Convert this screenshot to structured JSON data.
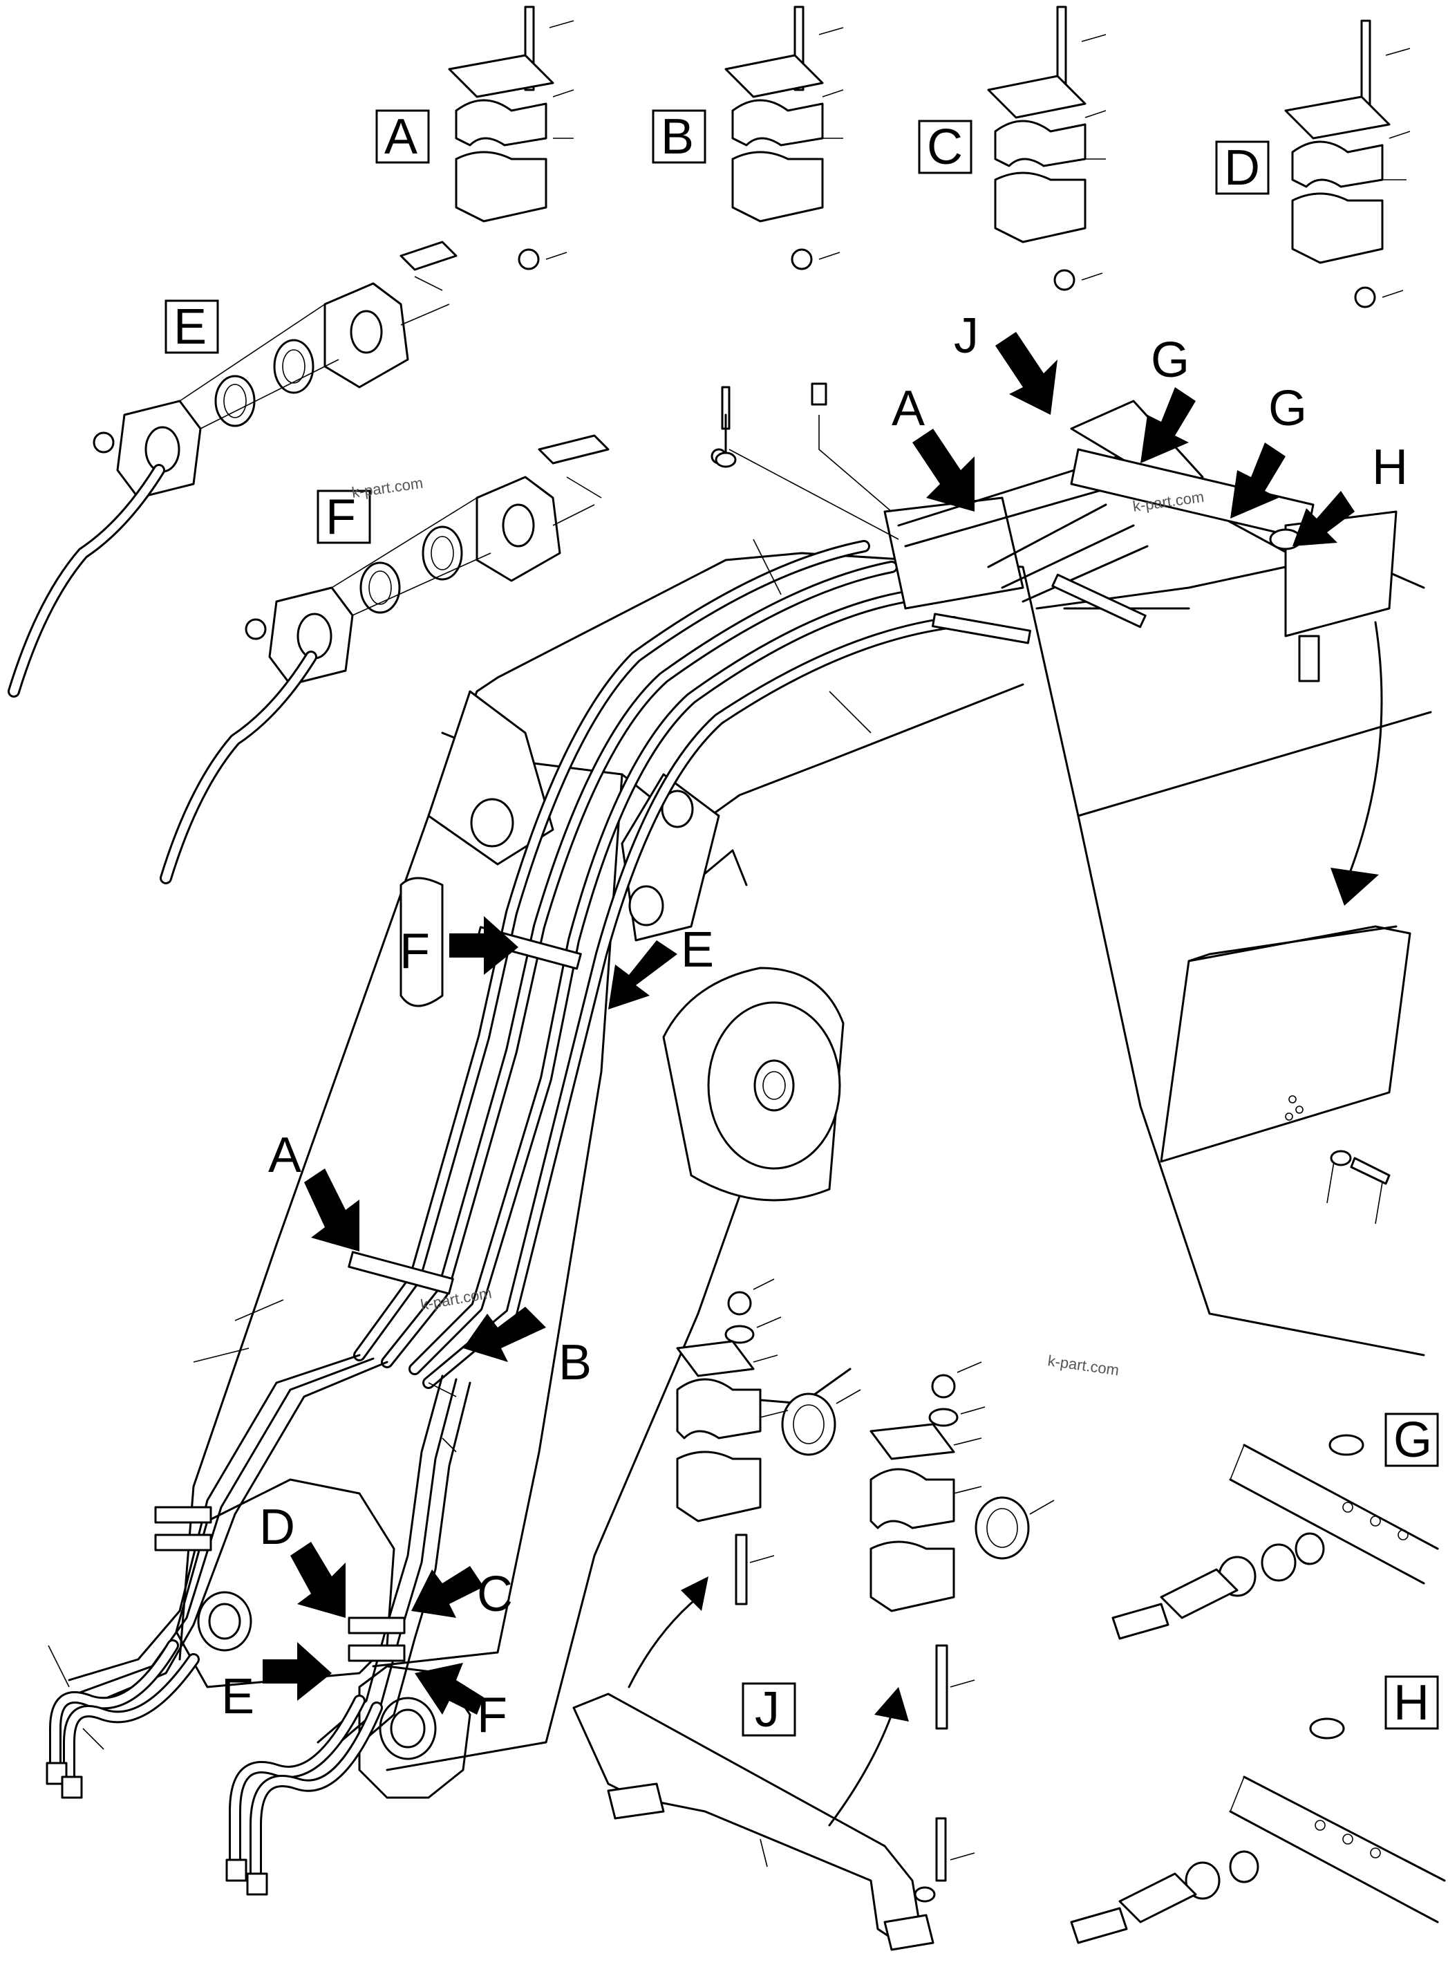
{
  "boxed_labels": [
    "A",
    "B",
    "C",
    "D",
    "E",
    "F",
    "G",
    "H",
    "J"
  ],
  "arrow_labels": {
    "top_a": "A",
    "top_j": "J",
    "top_g1": "G",
    "top_g2": "G",
    "top_h": "H",
    "mid_f": "F",
    "mid_e": "E",
    "low_a": "A",
    "low_b": "B",
    "low_d": "D",
    "low_c": "C",
    "low_e": "E",
    "low_f": "F"
  },
  "watermarks": [
    "k-part.com",
    "k-part.com",
    "k-part.com",
    "k-part.com"
  ]
}
